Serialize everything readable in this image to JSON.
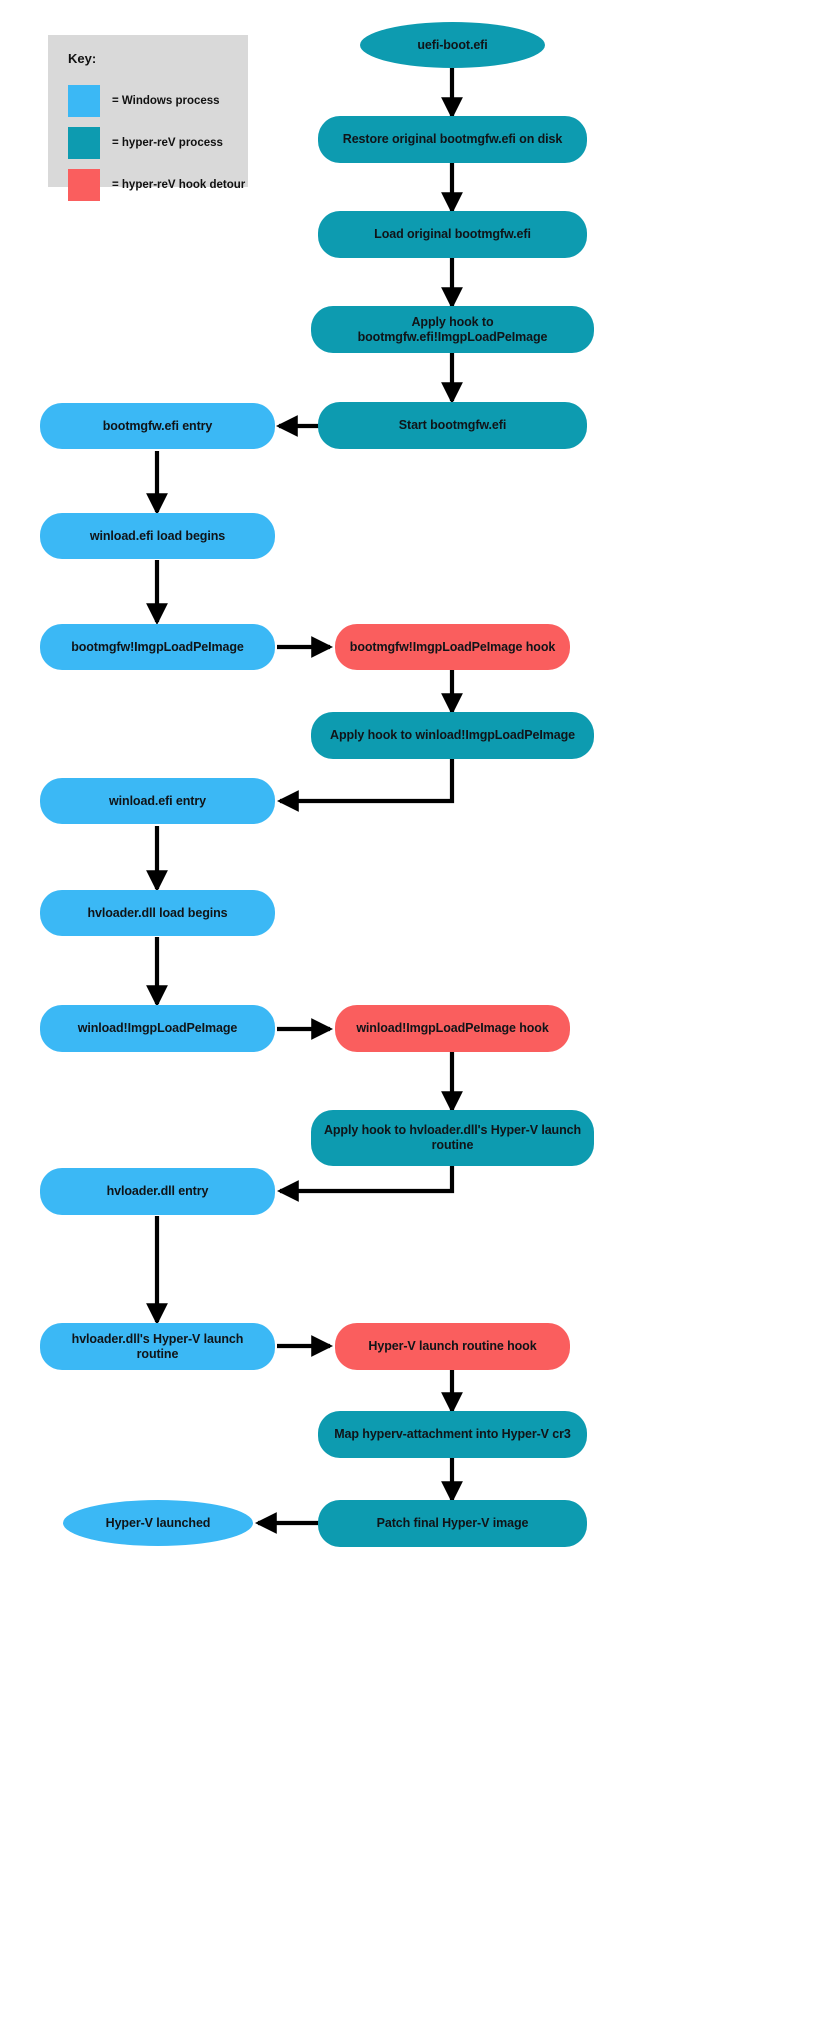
{
  "diagram": {
    "type": "flowchart",
    "title": "hyper-reV UEFI boot hook chain",
    "colors": {
      "windows_process": "#3BB8F5",
      "hyperrev_process": "#0D9BB0",
      "hook_detour": "#FA5E5E",
      "legend_background": "#d9d9d9",
      "edge": "#000000",
      "canvas": "#ffffff"
    },
    "legend": {
      "title": "Key:",
      "items": [
        {
          "color_key": "windows_process",
          "color": "#3BB8F5",
          "label": "= Windows process"
        },
        {
          "color_key": "hyperrev_process",
          "color": "#0D9BB0",
          "label": "= hyper-reV process"
        },
        {
          "color_key": "hook_detour",
          "color": "#FA5E5E",
          "label": "= hyper-reV hook detour"
        }
      ]
    },
    "nodes": [
      {
        "id": "n0",
        "label": "uefi-boot.efi",
        "kind": "hyperrev_process",
        "shape": "ellipse"
      },
      {
        "id": "n1",
        "label": "Restore original bootmgfw.efi on disk",
        "kind": "hyperrev_process",
        "shape": "rounded"
      },
      {
        "id": "n2",
        "label": "Load original bootmgfw.efi",
        "kind": "hyperrev_process",
        "shape": "rounded"
      },
      {
        "id": "n3",
        "label": "Apply hook to bootmgfw.efi!ImgpLoadPeImage",
        "kind": "hyperrev_process",
        "shape": "rounded"
      },
      {
        "id": "n4",
        "label": "Start bootmgfw.efi",
        "kind": "hyperrev_process",
        "shape": "rounded"
      },
      {
        "id": "n5",
        "label": "bootmgfw.efi entry",
        "kind": "windows_process",
        "shape": "rounded"
      },
      {
        "id": "n6",
        "label": "winload.efi load begins",
        "kind": "windows_process",
        "shape": "rounded"
      },
      {
        "id": "n7",
        "label": "bootmgfw!ImgpLoadPeImage",
        "kind": "windows_process",
        "shape": "rounded"
      },
      {
        "id": "n8",
        "label": "bootmgfw!ImgpLoadPeImage hook",
        "kind": "hook_detour",
        "shape": "rounded"
      },
      {
        "id": "n9",
        "label": "Apply hook to winload!ImgpLoadPeImage",
        "kind": "hyperrev_process",
        "shape": "rounded"
      },
      {
        "id": "n10",
        "label": "winload.efi entry",
        "kind": "windows_process",
        "shape": "rounded"
      },
      {
        "id": "n11",
        "label": "hvloader.dll load begins",
        "kind": "windows_process",
        "shape": "rounded"
      },
      {
        "id": "n12",
        "label": "winload!ImgpLoadPeImage",
        "kind": "windows_process",
        "shape": "rounded"
      },
      {
        "id": "n13",
        "label": "winload!ImgpLoadPeImage hook",
        "kind": "hook_detour",
        "shape": "rounded"
      },
      {
        "id": "n14",
        "label": "Apply hook to hvloader.dll's Hyper-V launch routine",
        "kind": "hyperrev_process",
        "shape": "rounded"
      },
      {
        "id": "n15",
        "label": "hvloader.dll entry",
        "kind": "windows_process",
        "shape": "rounded"
      },
      {
        "id": "n16",
        "label": "hvloader.dll's Hyper-V launch routine",
        "kind": "windows_process",
        "shape": "rounded"
      },
      {
        "id": "n17",
        "label": "Hyper-V launch routine hook",
        "kind": "hook_detour",
        "shape": "rounded"
      },
      {
        "id": "n18",
        "label": "Map hyperv-attachment into Hyper-V cr3",
        "kind": "hyperrev_process",
        "shape": "rounded"
      },
      {
        "id": "n19",
        "label": "Patch final Hyper-V image",
        "kind": "hyperrev_process",
        "shape": "rounded"
      },
      {
        "id": "n20",
        "label": "Hyper-V launched",
        "kind": "windows_process",
        "shape": "ellipse"
      }
    ],
    "edges": [
      {
        "from": "n0",
        "to": "n1",
        "direction": "down"
      },
      {
        "from": "n1",
        "to": "n2",
        "direction": "down"
      },
      {
        "from": "n2",
        "to": "n3",
        "direction": "down"
      },
      {
        "from": "n3",
        "to": "n4",
        "direction": "down"
      },
      {
        "from": "n4",
        "to": "n5",
        "direction": "left"
      },
      {
        "from": "n5",
        "to": "n6",
        "direction": "down"
      },
      {
        "from": "n6",
        "to": "n7",
        "direction": "down"
      },
      {
        "from": "n7",
        "to": "n8",
        "direction": "right"
      },
      {
        "from": "n8",
        "to": "n9",
        "direction": "down"
      },
      {
        "from": "n9",
        "to": "n10",
        "direction": "left"
      },
      {
        "from": "n10",
        "to": "n11",
        "direction": "down"
      },
      {
        "from": "n11",
        "to": "n12",
        "direction": "down"
      },
      {
        "from": "n12",
        "to": "n13",
        "direction": "right"
      },
      {
        "from": "n13",
        "to": "n14",
        "direction": "down"
      },
      {
        "from": "n14",
        "to": "n15",
        "direction": "left"
      },
      {
        "from": "n15",
        "to": "n16",
        "direction": "down"
      },
      {
        "from": "n16",
        "to": "n17",
        "direction": "right"
      },
      {
        "from": "n17",
        "to": "n18",
        "direction": "down"
      },
      {
        "from": "n18",
        "to": "n19",
        "direction": "down"
      },
      {
        "from": "n19",
        "to": "n20",
        "direction": "left"
      }
    ]
  }
}
